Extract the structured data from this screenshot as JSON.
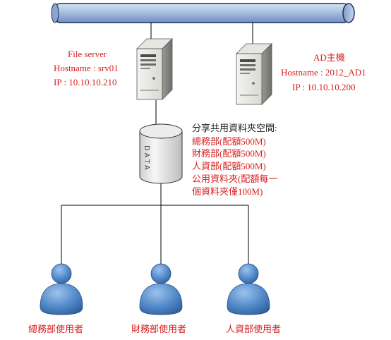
{
  "colors": {
    "label_red": "#d81e1e",
    "text_dark": "#222222",
    "bus_fill": "#9fb7da",
    "bus_stroke": "#1f2f5c",
    "user_blue": "#4f86c6",
    "line": "#000000"
  },
  "file_server": {
    "name": "File server",
    "hostname": "Hostname : srv01",
    "ip": "IP : 10.10.10.210"
  },
  "ad_server": {
    "name": "AD主機",
    "hostname": "Hostname : 2012_AD1",
    "ip": "IP : 10.10.10.200"
  },
  "storage": {
    "label": "DATA",
    "heading": "分享共用資料夾空間:",
    "lines": [
      "總務部(配額500M)",
      "財務部(配額500M)",
      "人資部(配額500M)",
      "公用資料夾(配額每一",
      "個資料夾僅100M)"
    ]
  },
  "users": [
    {
      "label": "總務部使用者"
    },
    {
      "label": "財務部使用者"
    },
    {
      "label": "人資部使用者"
    }
  ]
}
